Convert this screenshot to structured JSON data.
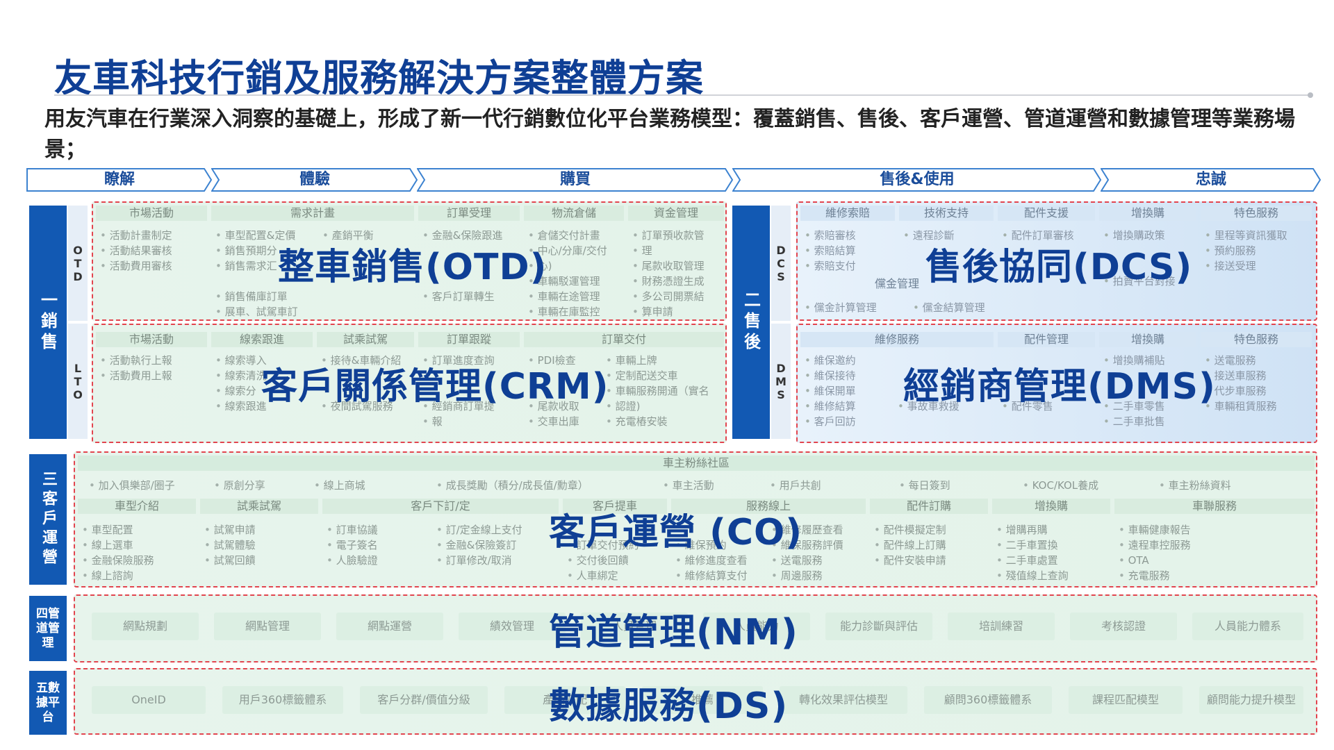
{
  "title": "友車科技行銷及服務解決方案整體方案",
  "subtitle": "用友汽車在行業深入洞察的基礎上，形成了新一代行銷數位化平台業務模型：覆蓋銷售、售後、客戶運營、管道運營和數據管理等業務場景；",
  "journey": [
    "瞭解",
    "體驗",
    "購買",
    "售後&使用",
    "忠誠"
  ],
  "colors": {
    "brand": "#0f3f95",
    "category_bar": "#1259b3",
    "zone_border": "#e2444e",
    "green_bg": "#e4f3ea",
    "blue_bg": "#d6e6f5"
  },
  "categories": {
    "sales": "一銷售",
    "aftersales": "二售後",
    "co": "三客戶運營",
    "nm": "四管道管理",
    "ds": "五數據平台"
  },
  "subcols": {
    "otd": "OTD",
    "lto": "LTO",
    "dcs": "DCS",
    "dms": "DMS"
  },
  "otd": {
    "overlay": "整車銷售(OTD)",
    "headers": [
      "市場活動",
      "需求計畫",
      "訂單受理",
      "物流倉儲",
      "資金管理"
    ],
    "items": [
      "活動計畫制定",
      "活動結果審核",
      "活動費用審核",
      "車型配置&定價",
      "銷售預期分",
      "銷售需求汇",
      "銷售備庫訂單",
      "展車、試駕車訂",
      "產銷平衡",
      "金融&保險跟進",
      "客戶訂單轉生",
      "倉儲交付計畫",
      "中心/分庫/交付",
      "心)",
      "車輛駁運管理",
      "車輛在途管理",
      "車輛在庫監控",
      "訂單預收款管",
      "理",
      "尾款收取管理",
      "財務憑證生成",
      "多公司開票結",
      "算申請"
    ]
  },
  "crm": {
    "overlay": "客戶關係管理(CRM)",
    "headers": [
      "市場活動",
      "線索跟進",
      "試乘試駕",
      "訂單跟蹤",
      "訂單交付"
    ],
    "items": [
      "活動執行上報",
      "活動費用上報",
      "線索導入",
      "線索清洗",
      "線索分",
      "線索跟進",
      "接待&車輛介紹",
      "夜間試駕服務",
      "訂單進度查詢",
      "經銷商訂單提",
      "報",
      "PDI檢查",
      "尾款收取",
      "交車出庫",
      "車輛上牌",
      "定制配送交車",
      "車輛服務開通（實名",
      "認證)",
      "充電樁安裝"
    ]
  },
  "dcs": {
    "overlay": "售後協同(DCS)",
    "headers": [
      "維修索賠",
      "技術支持",
      "配件支援",
      "增換購",
      "特色服務",
      "儻金管理"
    ],
    "items": [
      "索賠審核",
      "索賠結算",
      "索賠支付",
      "遠程診斷",
      "配件訂單審核",
      "增換購政策",
      "拍賣平台對接",
      "里程等資訊獲取",
      "預約服務",
      "接送受理",
      "儻金計算管理",
      "儻金結算管理"
    ]
  },
  "dms": {
    "overlay": "經銷商管理(DMS)",
    "headers": [
      "維修服務",
      "配件管理",
      "增換購",
      "特色服務"
    ],
    "items": [
      "維保邀約",
      "維保接待",
      "維保開單",
      "維修結算",
      "客戶回訪",
      "事故車救援",
      "配件零售",
      "增換購補貼",
      "二手車零售",
      "二手車批售",
      "送電服務",
      "接送車服務",
      "代步車服務",
      "車輛租賃服務"
    ]
  },
  "co": {
    "overlay": "客戶運營 (CO)",
    "community_title": "車主粉絲社區",
    "community": [
      "加入俱樂部/圈子",
      "原創分享",
      "線上商城",
      "成長獎勵（積分/成長值/勳章）",
      "車主活動",
      "用戶共創",
      "每日簽到",
      "KOC/KOL養成",
      "車主粉絲資料"
    ],
    "headers": [
      "車型介紹",
      "試乘試駕",
      "客戶下訂/定",
      "客戶提車",
      "服務線上",
      "配件訂購",
      "增換購",
      "車聯服務"
    ],
    "items": [
      "車型配置",
      "線上選車",
      "金融保險服務",
      "線上諮詢",
      "試駕申請",
      "試駕體驗",
      "試駕回饋",
      "訂車協議",
      "電子簽名",
      "人臉驗證",
      "訂/定金線上支付",
      "金融&保險簽訂",
      "訂單修改/取消",
      "訂單交付預約",
      "交付後回饋",
      "人車綁定",
      "維保預約",
      "維修進度查看",
      "維修結算支付",
      "維修履歷查看",
      "維保服務評價",
      "送電服務",
      "周邊服務",
      "配件模擬定制",
      "配件線上訂購",
      "配件安裝申請",
      "增購再購",
      "二手車置換",
      "二手車處置",
      "殘值線上查詢",
      "車輛健康報告",
      "遠程車控服務",
      "OTA",
      "充電服務"
    ]
  },
  "nm": {
    "overlay": "管道管理(NM)",
    "pills": [
      "網點規劃",
      "網點管理",
      "網點運營",
      "績效管理",
      "人員管理",
      "人員能力",
      "能力診斷與評估",
      "培訓練習",
      "考核認證",
      "人員能力體系"
    ]
  },
  "ds": {
    "overlay": "數據服務(DS)",
    "pills": [
      "OneID",
      "用戶360標籤體系",
      "客戶分群/價值分級",
      "產品匹配",
      "推薦",
      "轉化效果評估模型",
      "顧問360標籤體系",
      "課程匹配模型",
      "顧問能力提升模型"
    ]
  }
}
